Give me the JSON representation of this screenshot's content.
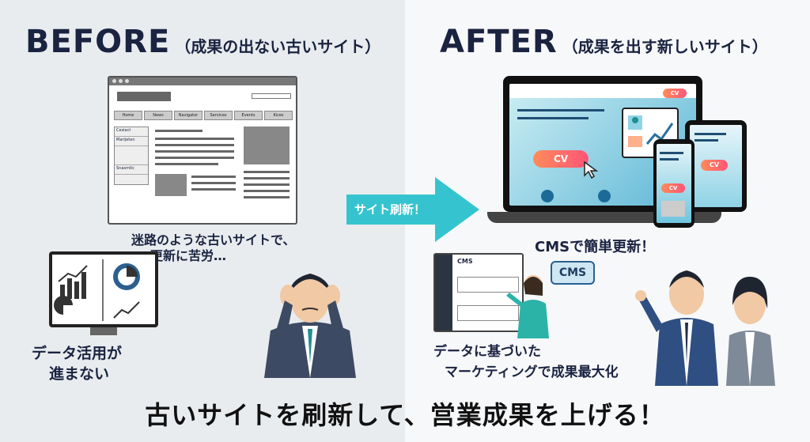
{
  "before": {
    "title_big": "BEFORE",
    "title_small": "（成果の出ない古いサイト）",
    "nav_items": [
      "Home",
      "News",
      "Navigator",
      "Services",
      "Events",
      "Kices"
    ],
    "side_items": [
      "Cesiact",
      "Marijeten",
      "Snasmtlc"
    ],
    "caption_line1": "迷路のような古いサイトで、",
    "caption_line2": "更新に苦労…",
    "data_caption_line1": "データ活用が",
    "data_caption_line2": "進まない"
  },
  "arrow": {
    "label": "サイト刷新！",
    "color": "#35c4cf"
  },
  "after": {
    "title_big": "AFTER",
    "title_small": "（成果を出す新しいサイト）",
    "cv_label": "CV",
    "cms_caption": "CMSで簡単更新！",
    "cms_window_title": "CMS",
    "cms_bubble": "CMS",
    "mkt_caption_line1": "データに基づいた",
    "mkt_caption_line2": "マーケティングで成果最大化"
  },
  "banner": "古いサイトを刷新して、営業成果を上げる！",
  "icons": [
    "cursor-icon",
    "play-icon",
    "chart-icon",
    "pie-chart-icon",
    "line-graph-icon"
  ]
}
